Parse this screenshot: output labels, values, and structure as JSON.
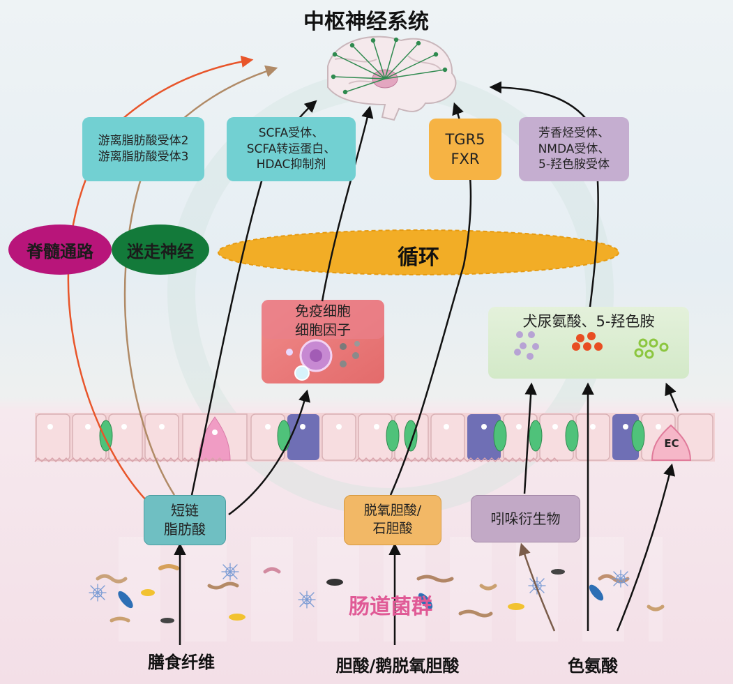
{
  "cns_title": "中枢神经系统",
  "spinal_label": "脊髓通路",
  "vagus_label": "迷走神经",
  "circulation_label": "循环",
  "ffar_box": "游离脂肪酸受体2\n游离脂肪酸受体3",
  "scfa_receptor_box": "SCFA受体、\nSCFA转运蛋白、\nHDAC抑制剂",
  "tgr5_box": "TGR5\nFXR",
  "aromatic_box": "芳香烃受体、\nNMDA受体、\n5-羟色胺受体",
  "immune_box": "免疫细胞\n细胞因子",
  "kynurenine_box": "犬尿氨酸、5-羟色胺",
  "ec_label": "EC",
  "scfa_box": "短链\n脂肪酸",
  "bile_product_box": "脱氧胆酸/\n石胆酸",
  "indole_box": "吲哚衍生物",
  "microbiota_label": "肠道菌群",
  "fiber_label": "膳食纤维",
  "bile_acid_label": "胆酸/鹅脱氧胆酸",
  "tryptophan_label": "色氨酸",
  "colors": {
    "spinal": "#b8157a",
    "vagus": "#137a3a",
    "circulation": "#f0ae25",
    "teal_box": "#72d0d2",
    "orange_box": "#f6b344",
    "purple_box": "#c5aed0",
    "microbiota_text": "#e05a96"
  }
}
